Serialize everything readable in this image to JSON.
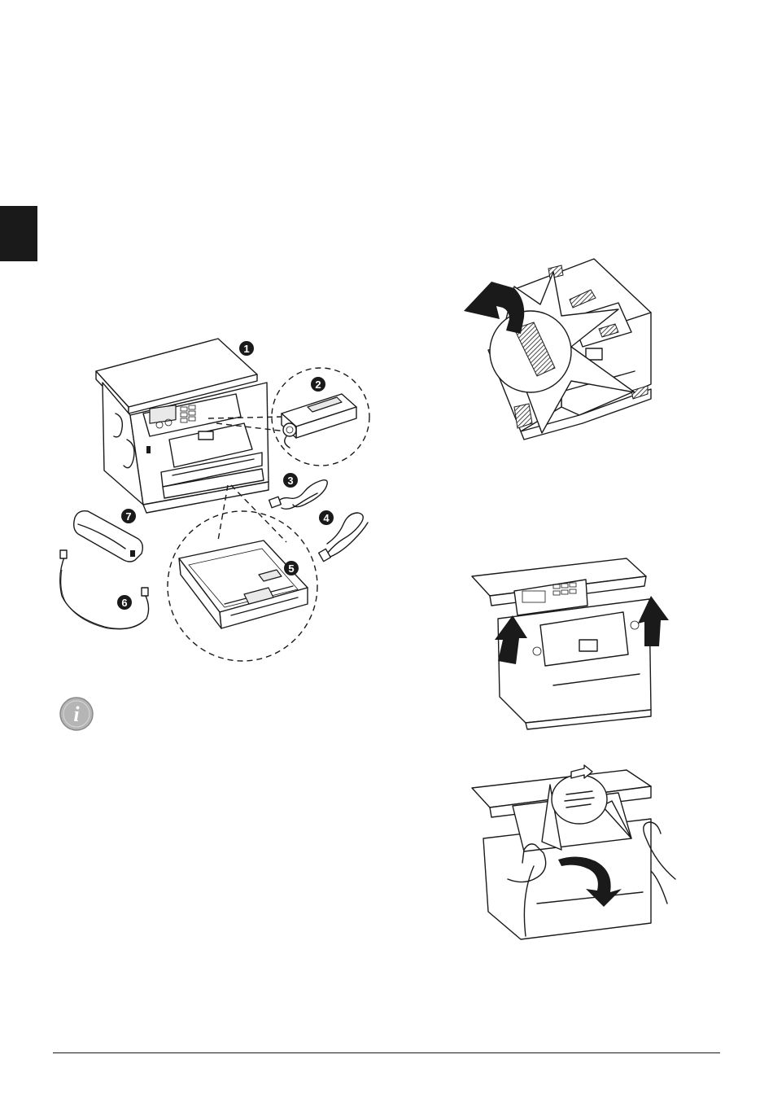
{
  "callouts": [
    {
      "number": "1"
    },
    {
      "number": "2"
    },
    {
      "number": "3"
    },
    {
      "number": "4"
    },
    {
      "number": "5"
    },
    {
      "number": "6"
    },
    {
      "number": "7"
    }
  ],
  "icons": {
    "info": "info-icon"
  },
  "colors": {
    "ink": "#1a1a1a",
    "paper": "#ffffff",
    "icon_gray": "#b5b5b5"
  }
}
